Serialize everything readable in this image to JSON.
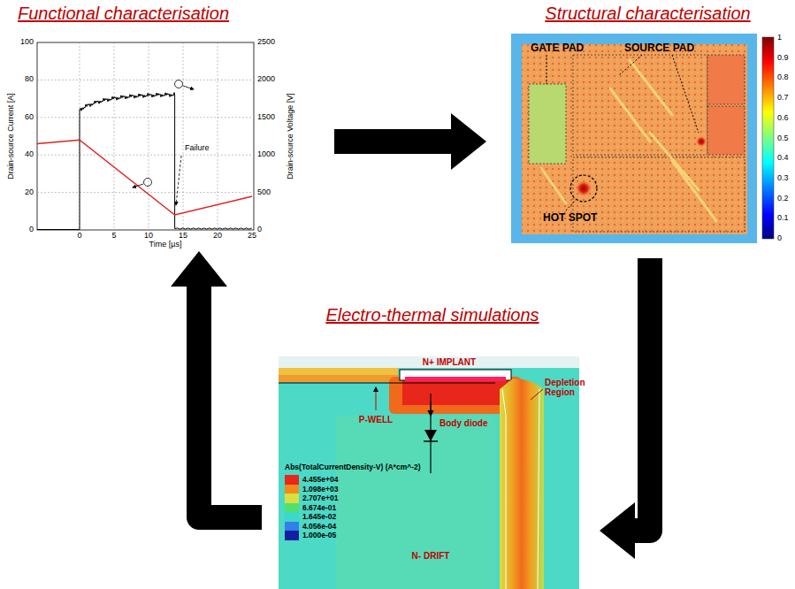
{
  "diagram": {
    "nodes": [
      {
        "text": [
          "Functional characterisation"
        ]
      },
      {
        "text": [
          "Structural characterisation"
        ]
      },
      {
        "text": [
          "Electro-thermal simulations"
        ]
      }
    ],
    "edges": [
      {
        "from": 0,
        "to": 1,
        "arrow": "to"
      },
      {
        "from": 1,
        "to": 2,
        "arrow": "to"
      },
      {
        "from": 2,
        "to": 0,
        "arrow": "to"
      }
    ],
    "labels": [
      "Drain-source Current [A]",
      "Drain-source Voltage [V]",
      "Time [µs]",
      "Failure",
      "0",
      "20",
      "40",
      "60",
      "80",
      "100",
      "0",
      "500",
      "1000",
      "1500",
      "2000",
      "2500",
      "0",
      "5",
      "10",
      "15",
      "20",
      "25",
      "GATE PAD",
      "SOURCE PAD",
      "HOT SPOT",
      "1",
      "0.9",
      "0.8",
      "0.7",
      "0.6",
      "0.5",
      "0.4",
      "0.3",
      "0.2",
      "0.1",
      "0",
      "N+ IMPLANT",
      "P-WELL",
      "Body diode",
      "Depletion Region",
      "N- DRIFT",
      "Abs(TotalCurrentDensity-V) (A*cm^-2)"
    ],
    "legend": [
      {
        "text": "4.455e+04",
        "color": "#e8261c"
      },
      {
        "text": "1.098e+03",
        "color": "#f08a1c"
      },
      {
        "text": "2.707e+01",
        "color": "#d8e040"
      },
      {
        "text": "6.674e-01",
        "color": "#50e070"
      },
      {
        "text": "1.645e-02",
        "color": "#3cd8c8"
      },
      {
        "text": "4.056e-04",
        "color": "#3080e8"
      },
      {
        "text": "1.000e-05",
        "color": "#1020a0"
      }
    ]
  }
}
